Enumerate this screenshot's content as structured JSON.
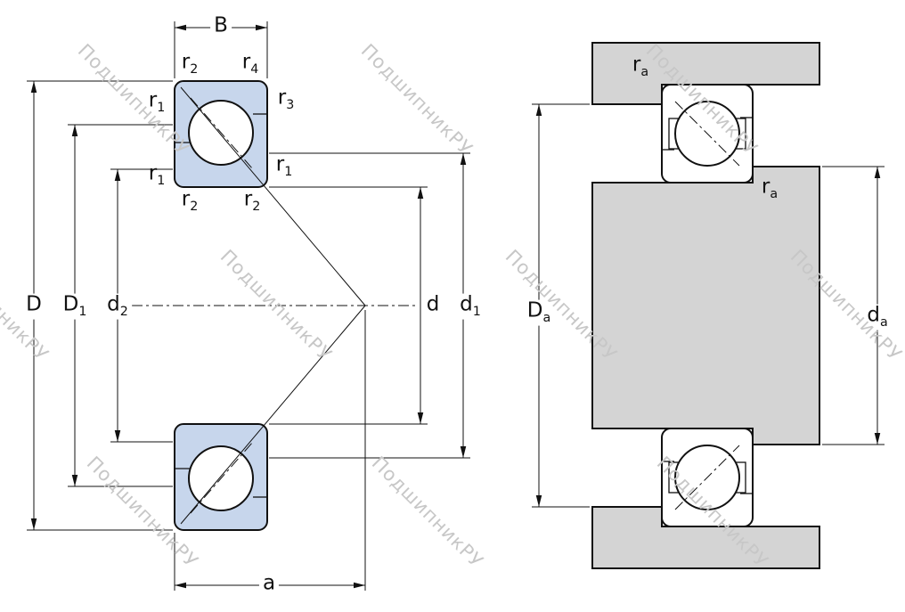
{
  "watermark": {
    "text": "ПодшипникРУ",
    "color": "#c7c7c7"
  },
  "colors": {
    "bearing_fill": "#c7d6ec",
    "steel_fill": "#d4d4d4",
    "line": "#111111"
  },
  "labels": {
    "B": {
      "main": "B",
      "sub": ""
    },
    "r1": {
      "main": "r",
      "sub": "1"
    },
    "r2": {
      "main": "r",
      "sub": "2"
    },
    "r3": {
      "main": "r",
      "sub": "3"
    },
    "r4": {
      "main": "r",
      "sub": "4"
    },
    "D": {
      "main": "D",
      "sub": ""
    },
    "D1": {
      "main": "D",
      "sub": "1"
    },
    "d2": {
      "main": "d",
      "sub": "2"
    },
    "d": {
      "main": "d",
      "sub": ""
    },
    "d1": {
      "main": "d",
      "sub": "1"
    },
    "a": {
      "main": "a",
      "sub": ""
    },
    "ra": {
      "main": "r",
      "sub": "a"
    },
    "Da": {
      "main": "D",
      "sub": "a"
    },
    "da": {
      "main": "d",
      "sub": "a"
    }
  }
}
